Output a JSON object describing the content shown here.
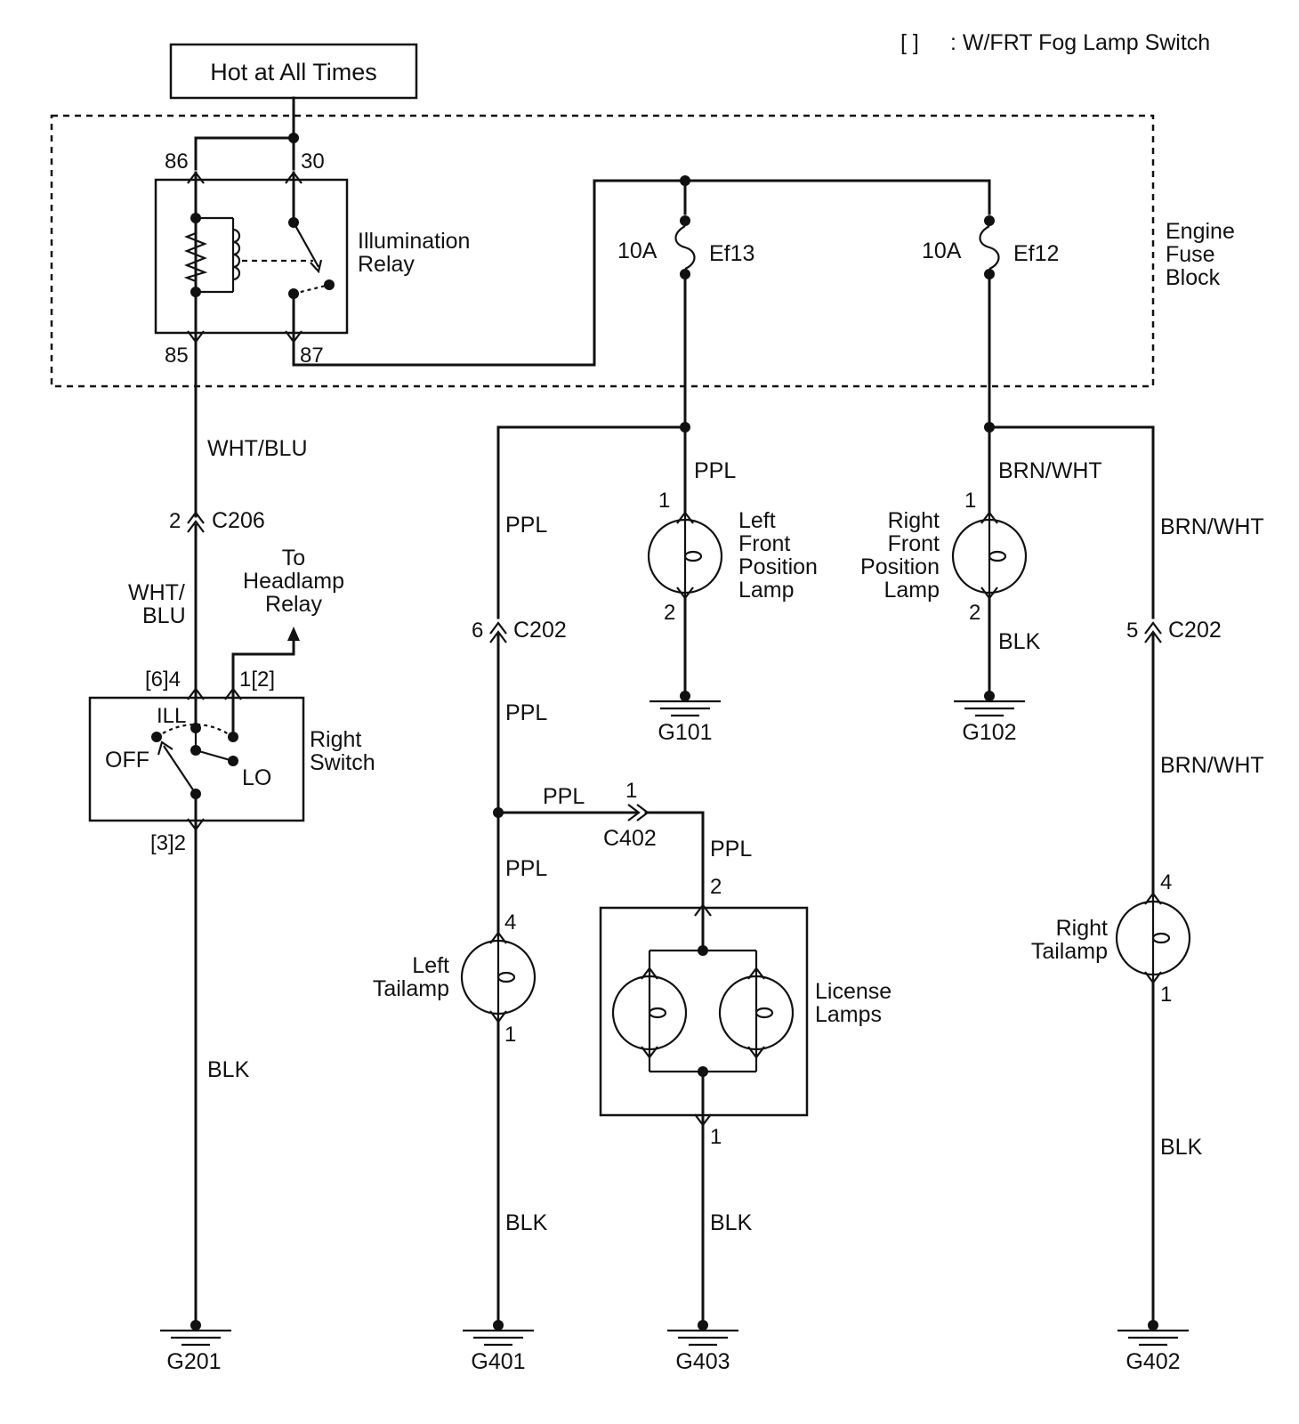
{
  "legend": {
    "bracket": "[     ]",
    "text": ": W/FRT Fog Lamp Switch"
  },
  "power_source": "Hot at All Times",
  "fuse_block": {
    "line1": "Engine",
    "line2": "Fuse",
    "line3": "Block"
  },
  "relay": {
    "line1": "Illumination",
    "line2": "Relay",
    "pin_86": "86",
    "pin_30": "30",
    "pin_85": "85",
    "pin_87": "87"
  },
  "fuses": {
    "ef13": {
      "rating": "10A",
      "name": "Ef13"
    },
    "ef12": {
      "rating": "10A",
      "name": "Ef12"
    }
  },
  "wires": {
    "wht_blu": "WHT/BLU",
    "wht_blu_split1": "WHT/",
    "wht_blu_split2": "BLU",
    "ppl": "PPL",
    "brn_wht": "BRN/WHT",
    "blk": "BLK"
  },
  "connectors": {
    "c206": {
      "pin": "2",
      "name": "C206"
    },
    "c202_left": {
      "pin": "6",
      "name": "C202"
    },
    "c202_right": {
      "pin": "5",
      "name": "C202"
    },
    "c402": {
      "pin": "1",
      "name": "C402"
    }
  },
  "headlamp_ref": {
    "line1": "To",
    "line2": "Headlamp",
    "line3": "Relay"
  },
  "switch": {
    "line1": "Right",
    "line2": "Switch",
    "pin_top_left": "[6]4",
    "pin_top_right": "1[2]",
    "pin_bottom": "[3]2",
    "pos_ill": "ILL",
    "pos_off": "OFF",
    "pos_lo": "LO"
  },
  "lamps": {
    "left_front": {
      "line1": "Left",
      "line2": "Front",
      "line3": "Position",
      "line4": "Lamp",
      "pin_in": "1",
      "pin_out": "2"
    },
    "right_front": {
      "line1": "Right",
      "line2": "Front",
      "line3": "Position",
      "line4": "Lamp",
      "pin_in": "1",
      "pin_out": "2"
    },
    "left_tail": {
      "line1": "Left",
      "line2": "Tailamp",
      "pin_in": "4",
      "pin_out": "1"
    },
    "right_tail": {
      "line1": "Right",
      "line2": "Tailamp",
      "pin_in": "4",
      "pin_out": "1"
    },
    "license": {
      "line1": "License",
      "line2": "Lamps",
      "pin_in": "2",
      "pin_out": "1"
    }
  },
  "grounds": {
    "g201": "G201",
    "g401": "G401",
    "g403": "G403",
    "g402": "G402",
    "g101": "G101",
    "g102": "G102"
  }
}
